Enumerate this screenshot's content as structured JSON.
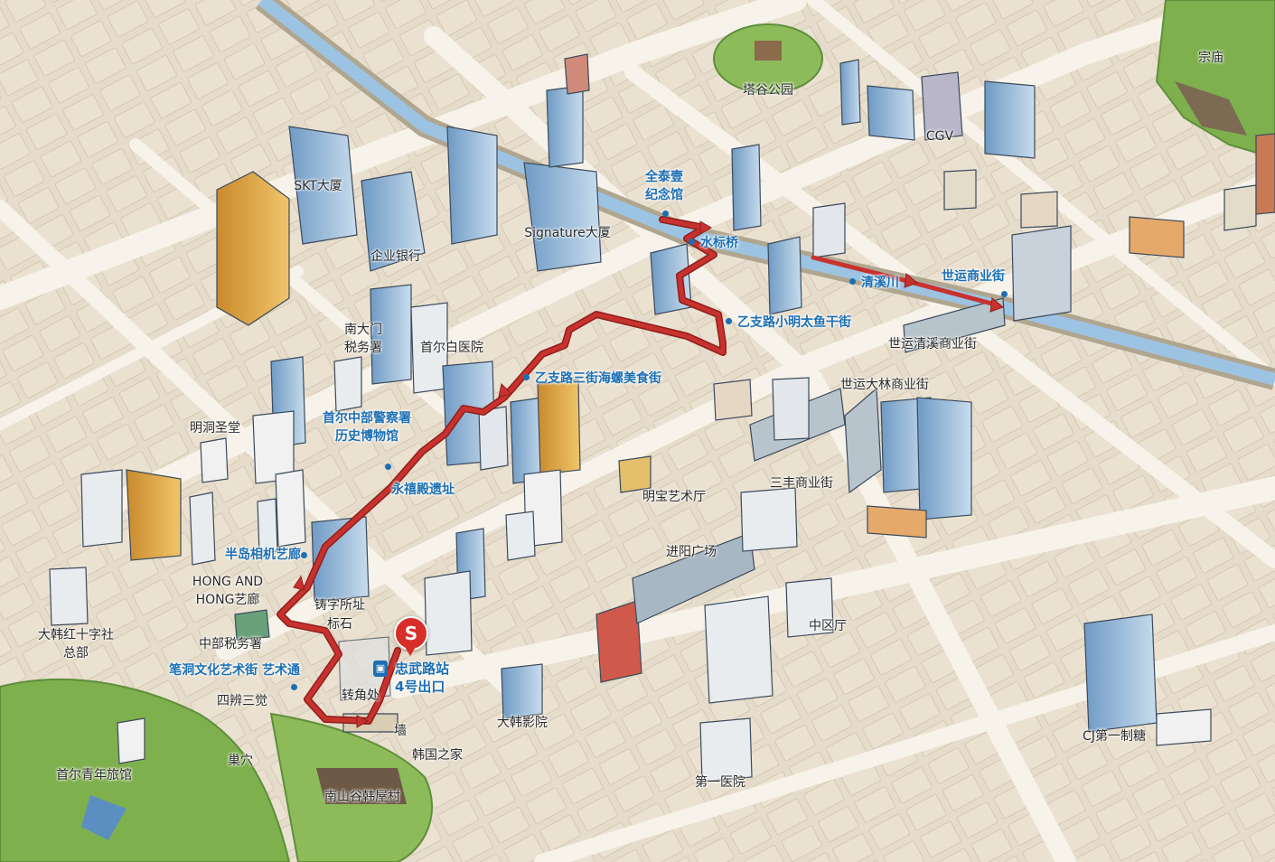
{
  "map": {
    "colors": {
      "ground": "#e6dccb",
      "road": "#f7f3ea",
      "stream": "#9dc3e3",
      "route": "#c8322e",
      "poi_blue": "#1c6fb3",
      "park_green": "#7fb04e",
      "station_red": "#d72e2a"
    },
    "labels": [
      {
        "id": "jongmyo",
        "text": "宗庙"
      },
      {
        "id": "tapgol-park",
        "text": "塔谷公园"
      },
      {
        "id": "cgv",
        "text": "CGV"
      },
      {
        "id": "skt-tower",
        "text": "SKT大厦"
      },
      {
        "id": "ibk",
        "text": "企业银行"
      },
      {
        "id": "signature-tower",
        "text": "Signature大厦"
      },
      {
        "id": "namdaemun-tax-1",
        "text": "南大门"
      },
      {
        "id": "namdaemun-tax-2",
        "text": "税务署"
      },
      {
        "id": "paik-hospital",
        "text": "首尔白医院"
      },
      {
        "id": "myeongdong-cathedral",
        "text": "明洞圣堂"
      },
      {
        "id": "hong-and-hong-1",
        "text": "HONG AND"
      },
      {
        "id": "hong-and-hong-2",
        "text": "HONG艺廊"
      },
      {
        "id": "type-foundry-1",
        "text": "铸字所址"
      },
      {
        "id": "type-foundry-2",
        "text": "标石"
      },
      {
        "id": "red-cross-1",
        "text": "大韩红十字社"
      },
      {
        "id": "red-cross-2",
        "text": "总部"
      },
      {
        "id": "jungbu-tax",
        "text": "中部税务署"
      },
      {
        "id": "sabyeon-samgak",
        "text": "四辨三觉"
      },
      {
        "id": "corner",
        "text": "转角处"
      },
      {
        "id": "wall",
        "text": "墙"
      },
      {
        "id": "korea-house",
        "text": "韩国之家"
      },
      {
        "id": "nest",
        "text": "巢穴"
      },
      {
        "id": "seoul-youth-hostel",
        "text": "首尔青年旅馆"
      },
      {
        "id": "namsangol",
        "text": "南山谷韩屋村"
      },
      {
        "id": "daehan-cinema",
        "text": "大韩影院"
      },
      {
        "id": "cheil-hospital",
        "text": "第一医院"
      },
      {
        "id": "cj-sugar",
        "text": "CJ第一制糖"
      },
      {
        "id": "junggu-office",
        "text": "中区厅"
      },
      {
        "id": "jinyang-plaza",
        "text": "进阳广场"
      },
      {
        "id": "sampoong",
        "text": "三丰商业街"
      },
      {
        "id": "myeongbo-art",
        "text": "明宝艺术厅"
      },
      {
        "id": "sewoon-daelim",
        "text": "世运大林商业街"
      },
      {
        "id": "sewoon-cheonggye",
        "text": "世运清溪商业街"
      }
    ],
    "pois": [
      {
        "id": "jeon-taeil-1",
        "text": "全泰壹"
      },
      {
        "id": "jeon-taeil-2",
        "text": "纪念馆"
      },
      {
        "id": "supyogyo",
        "text": "水标桥"
      },
      {
        "id": "cheonggyecheon",
        "text": "清溪川"
      },
      {
        "id": "sewoon-arcade",
        "text": "世运商业街"
      },
      {
        "id": "pollack-alley",
        "text": "乙支路小明太鱼干街"
      },
      {
        "id": "whelk-alley",
        "text": "乙支路三街海螺美食街"
      },
      {
        "id": "police-museum-1",
        "text": "首尔中部警察署"
      },
      {
        "id": "police-museum-2",
        "text": "历史博物馆"
      },
      {
        "id": "yeonghuijeon",
        "text": "永禧殿遗址"
      },
      {
        "id": "bando-camera",
        "text": "半岛相机艺廊"
      },
      {
        "id": "pildong-art-street",
        "text": "笔洞文化艺术街 艺术通"
      }
    ],
    "station": {
      "badge": "S",
      "icon": "metro-icon",
      "name": "忠武路站",
      "exit": "4号出口"
    }
  }
}
